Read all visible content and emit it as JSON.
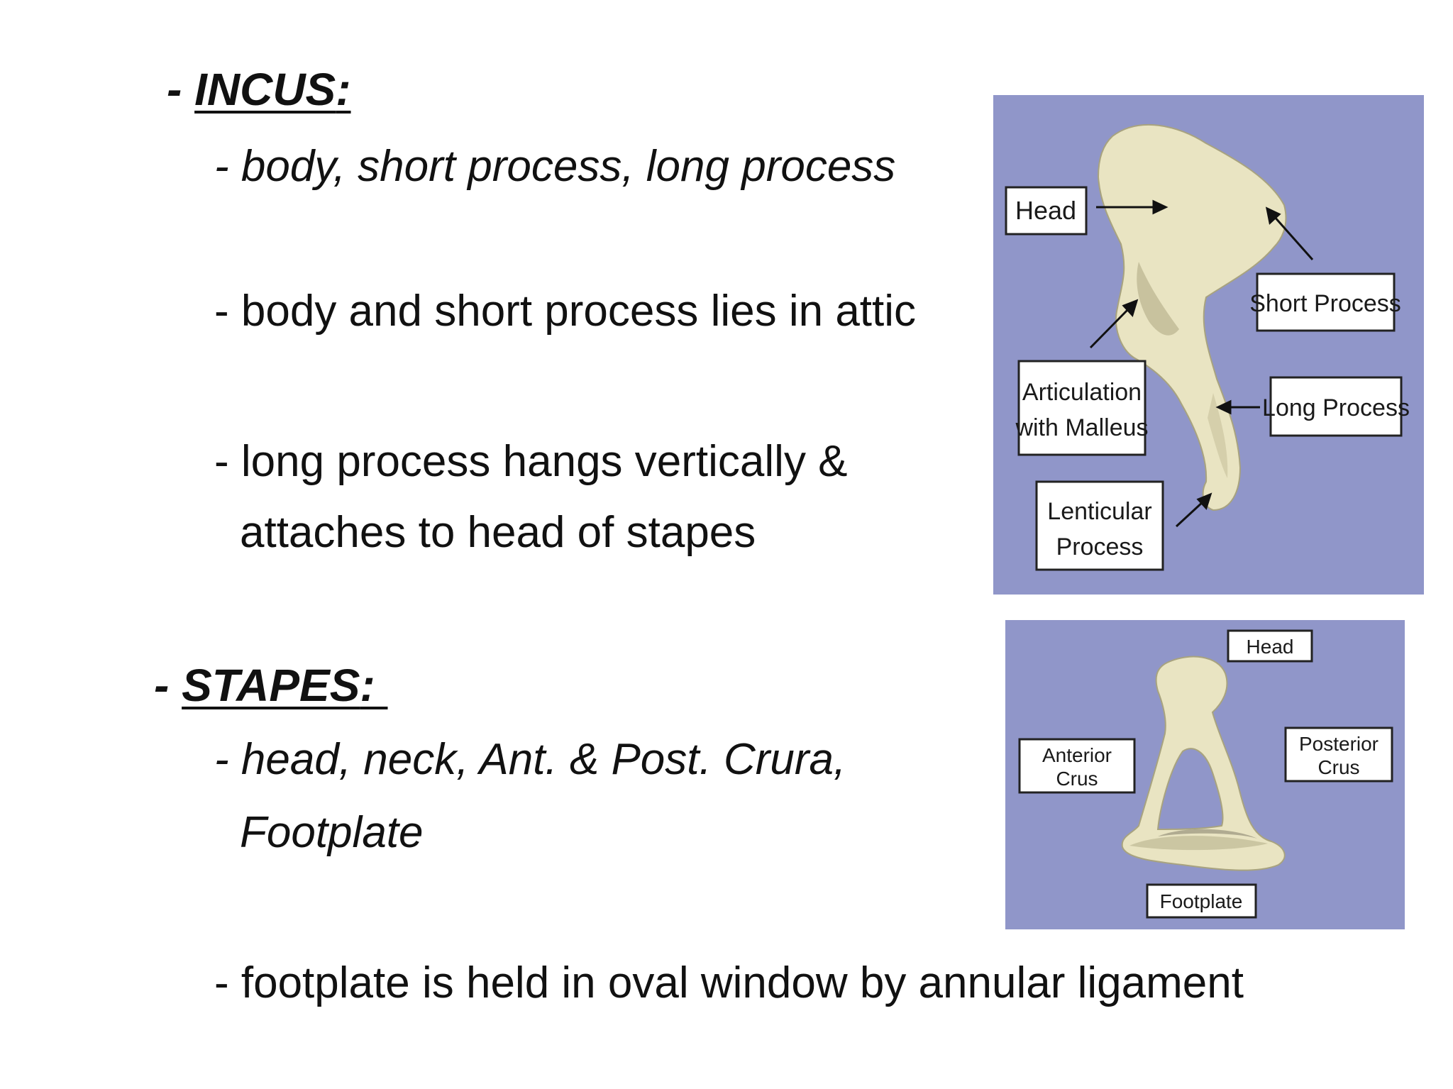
{
  "incus": {
    "heading": "INCUS",
    "bullet1": "- body, short process, long process",
    "bullet2": "- body and short process lies in attic",
    "bullet3_line1": "- long process hangs vertically &",
    "bullet3_line2": "attaches to head of stapes",
    "figure_labels": {
      "head": "Head",
      "short_process": "Short Process",
      "articulation_line1": "Articulation",
      "articulation_line2": "with Malleus",
      "long_process": "Long Process",
      "lenticular_line1": "Lenticular",
      "lenticular_line2": "Process"
    }
  },
  "stapes": {
    "heading": "STAPES",
    "bullet1_line1": "- head, neck, Ant. & Post. Crura,",
    "bullet1_line2": "Footplate",
    "bullet2": "- footplate is held in oval window by annular ligament",
    "figure_labels": {
      "head": "Head",
      "anterior_line1": "Anterior",
      "anterior_line2": "Crus",
      "posterior_line1": "Posterior",
      "posterior_line2": "Crus",
      "footplate": "Footplate"
    }
  },
  "colors": {
    "figure_background": "#9096c9",
    "bone": "#e9e4c2",
    "text": "#111111"
  }
}
